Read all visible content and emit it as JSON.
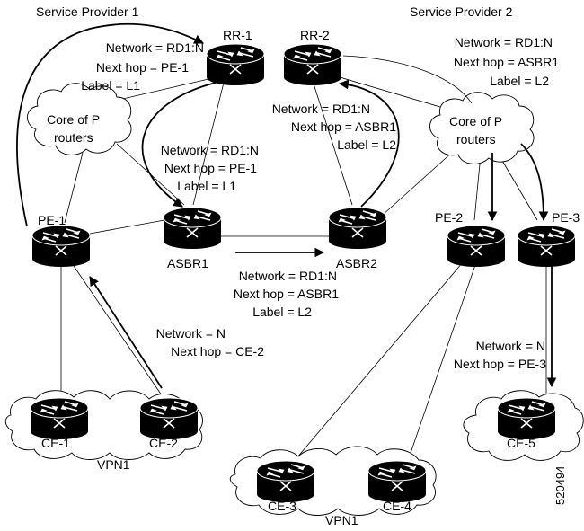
{
  "providers": {
    "sp1": "Service Provider 1",
    "sp2": "Service Provider 2"
  },
  "routers": {
    "rr1": "RR-1",
    "rr2": "RR-2",
    "pe1": "PE-1",
    "pe2": "PE-2",
    "pe3": "PE-3",
    "asbr1": "ASBR1",
    "asbr2": "ASBR2",
    "ce1": "CE-1",
    "ce2": "CE-2",
    "ce3": "CE-3",
    "ce4": "CE-4",
    "ce5": "CE-5"
  },
  "clouds": {
    "core1": [
      "Core of P",
      "routers"
    ],
    "core2": [
      "Core of P",
      "routers"
    ]
  },
  "vpn": {
    "left": "VPN1",
    "bottom": "VPN1"
  },
  "annotations": {
    "a_rr1": [
      "Network = RD1:N",
      "Next hop = PE-1",
      "Label = L1"
    ],
    "a_mid": [
      "Network = RD1:N",
      "Next hop = PE-1",
      "Label = L1"
    ],
    "a_rr2": [
      "Network = RD1:N",
      "Next hop = ASBR1",
      "Label = L2"
    ],
    "a_sp2": [
      "Network = RD1:N",
      "Next hop = ASBR1",
      "Label = L2"
    ],
    "a_asbr": [
      "Network = RD1:N",
      "Next hop = ASBR1",
      "Label = L2"
    ],
    "a_ce2": [
      "Network = N",
      "Next hop = CE-2"
    ],
    "a_pe3": [
      "Network = N",
      "Next hop = PE-3"
    ]
  },
  "figure_id": "520494"
}
